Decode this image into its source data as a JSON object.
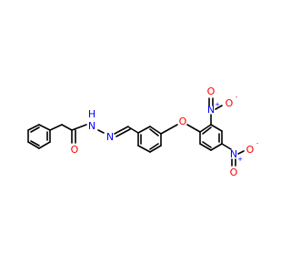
{
  "molecule": {
    "atoms": {
      "carbonyl_o": "O",
      "amide_n": "N",
      "amide_h": "H",
      "imine_n": "N",
      "ether_o": "O",
      "nitro1_n": "N",
      "nitro1_o_top": "O",
      "nitro1_o_right": "O",
      "nitro2_n": "N",
      "nitro2_o_right": "O",
      "nitro2_o_bottom": "O"
    },
    "charges": {
      "plus": "+",
      "minus": "-"
    }
  },
  "colors": {
    "bond": "#000000",
    "oxygen": "#FF0000",
    "nitrogen": "#0000FF",
    "background": "#FFFFFF"
  }
}
